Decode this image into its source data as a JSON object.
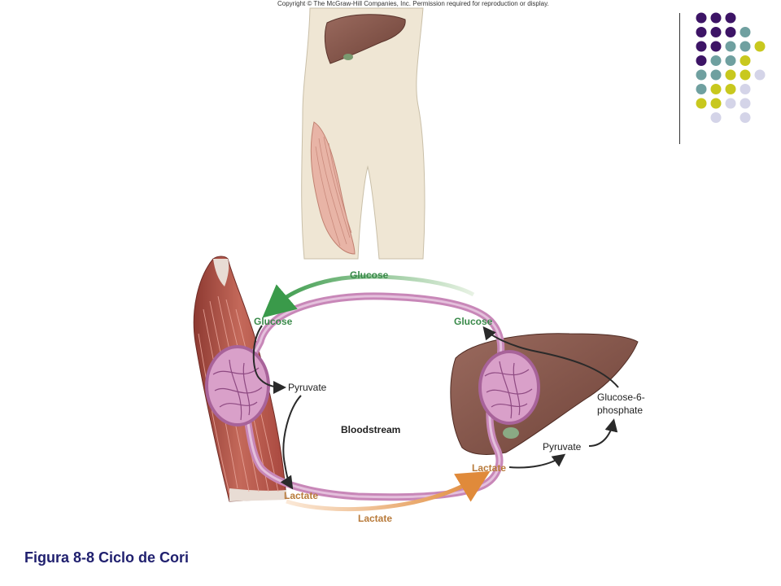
{
  "copyright": "Copyright © The McGraw-Hill Companies, Inc. Permission required for reproduction or display.",
  "caption": "Figura 8-8 Ciclo de Cori",
  "diagram": {
    "glucose_top": "Glucose",
    "glucose_muscle": "Glucose",
    "glucose_liver": "Glucose",
    "pyruvate_muscle": "Pyruvate",
    "bloodstream": "Bloodstream",
    "glucose6p_line1": "Glucose-6-",
    "glucose6p_line2": "phosphate",
    "pyruvate_liver": "Pyruvate",
    "lactate_liver": "Lactate",
    "lactate_muscle": "Lactate",
    "lactate_bottom": "Lactate"
  },
  "colors": {
    "purple": "#3d1466",
    "teal": "#6fa0a0",
    "yellow": "#c8c81e",
    "lavender": "#d4d4e8",
    "glucose_green": "#3a9a4a",
    "lactate_orange": "#c8783a",
    "vessel": "#c887b8",
    "caption": "#1f1f6e"
  },
  "dot_grid": [
    [
      "purple",
      "purple",
      "purple",
      null,
      null
    ],
    [
      "purple",
      "purple",
      "purple",
      "teal",
      null
    ],
    [
      "purple",
      "purple",
      "teal",
      "teal",
      "yellow"
    ],
    [
      "purple",
      "teal",
      "teal",
      "yellow",
      null
    ],
    [
      "teal",
      "teal",
      "yellow",
      "yellow",
      "lavender"
    ],
    [
      "teal",
      "yellow",
      "yellow",
      "lavender",
      null
    ],
    [
      "yellow",
      "yellow",
      "lavender",
      "lavender",
      null
    ],
    [
      null,
      "lavender",
      null,
      "lavender",
      null
    ]
  ]
}
